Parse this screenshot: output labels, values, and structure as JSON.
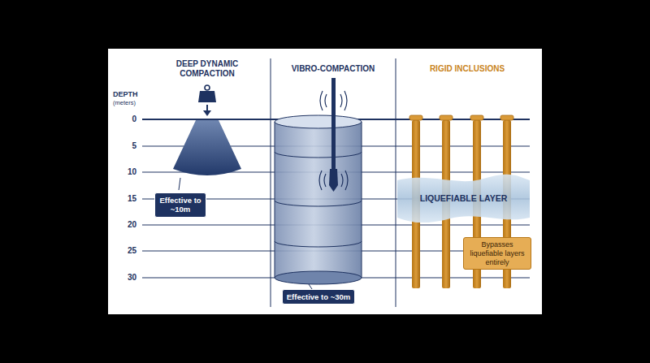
{
  "diagram": {
    "nodes": [
      {
        "text": [
          "Effective to ~10m"
        ]
      },
      {
        "text": [
          "Effective to ~30m"
        ]
      },
      {
        "text": [
          "LIQUEFIABLE LAYER"
        ]
      },
      {
        "text": [
          "Bypasses liquefiable layers entirely"
        ]
      }
    ],
    "labels": [
      "DEEP DYNAMIC COMPACTION",
      "VIBRO-COMPACTION",
      "RIGID INCLUSIONS",
      "DEPTH",
      "(meters)",
      "0",
      "5",
      "10",
      "15",
      "20",
      "25",
      "30"
    ]
  }
}
